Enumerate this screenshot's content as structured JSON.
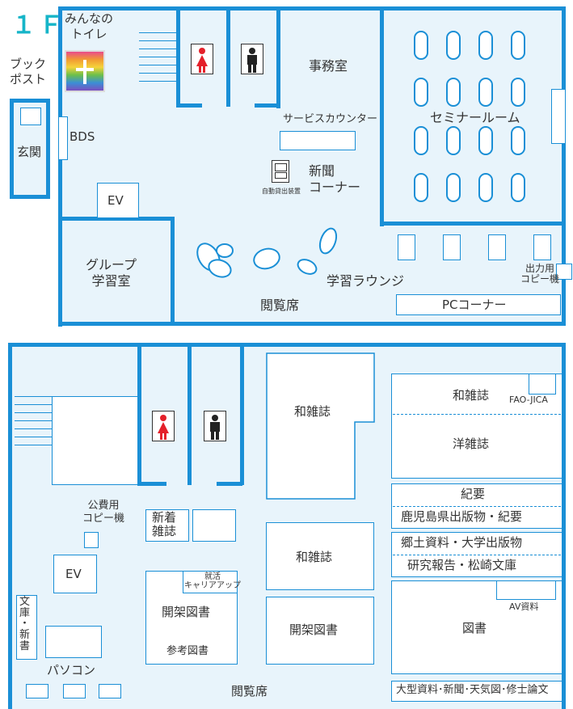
{
  "f1": {
    "title": "１Ｆ",
    "toilet_label": "みんなの\nトイレ",
    "bookpost": "ブック\nポスト",
    "entrance": "玄関",
    "bds": "BDS",
    "ev": "EV",
    "group_room": "グループ\n学習室",
    "office": "事務室",
    "service_counter": "サービスカウンター",
    "newspaper": "新聞\nコーナー",
    "auto_lend": "自動貸出装置",
    "seminar": "セミナールーム",
    "lounge": "学習ラウンジ",
    "copier": "出力用\nコピー機",
    "pc_corner": "PCコーナー",
    "reading": "閲覧席"
  },
  "f2": {
    "title": "２Ｆ",
    "wa_zasshi_1": "和雑誌",
    "wa_zasshi_2": "和雑誌",
    "wa_zasshi_right": "和雑誌",
    "fao": "FAO-JICA",
    "yo_zasshi": "洋雑誌",
    "kiyou": "紀要",
    "kagoshima": "鹿児島県出版物・紀要",
    "kyoudo": "郷土資料・大学出版物",
    "kenkyu": "研究報告・松崎文庫",
    "av": "AV資料",
    "tosho": "図書",
    "oogata": "大型資料･新聞･天気図･修士論文",
    "public_copier": "公費用\nコピー機",
    "new_arrival": "新着\n雑誌",
    "career": "就活\nキャリアアップ",
    "kaika_1": "開架図書",
    "sanko": "参考図書",
    "kaika_2": "開架図書",
    "ev": "EV",
    "bunko": "文\n庫\n・\n新\n書",
    "pasokon": "パソコン",
    "reading": "閲覧席"
  }
}
